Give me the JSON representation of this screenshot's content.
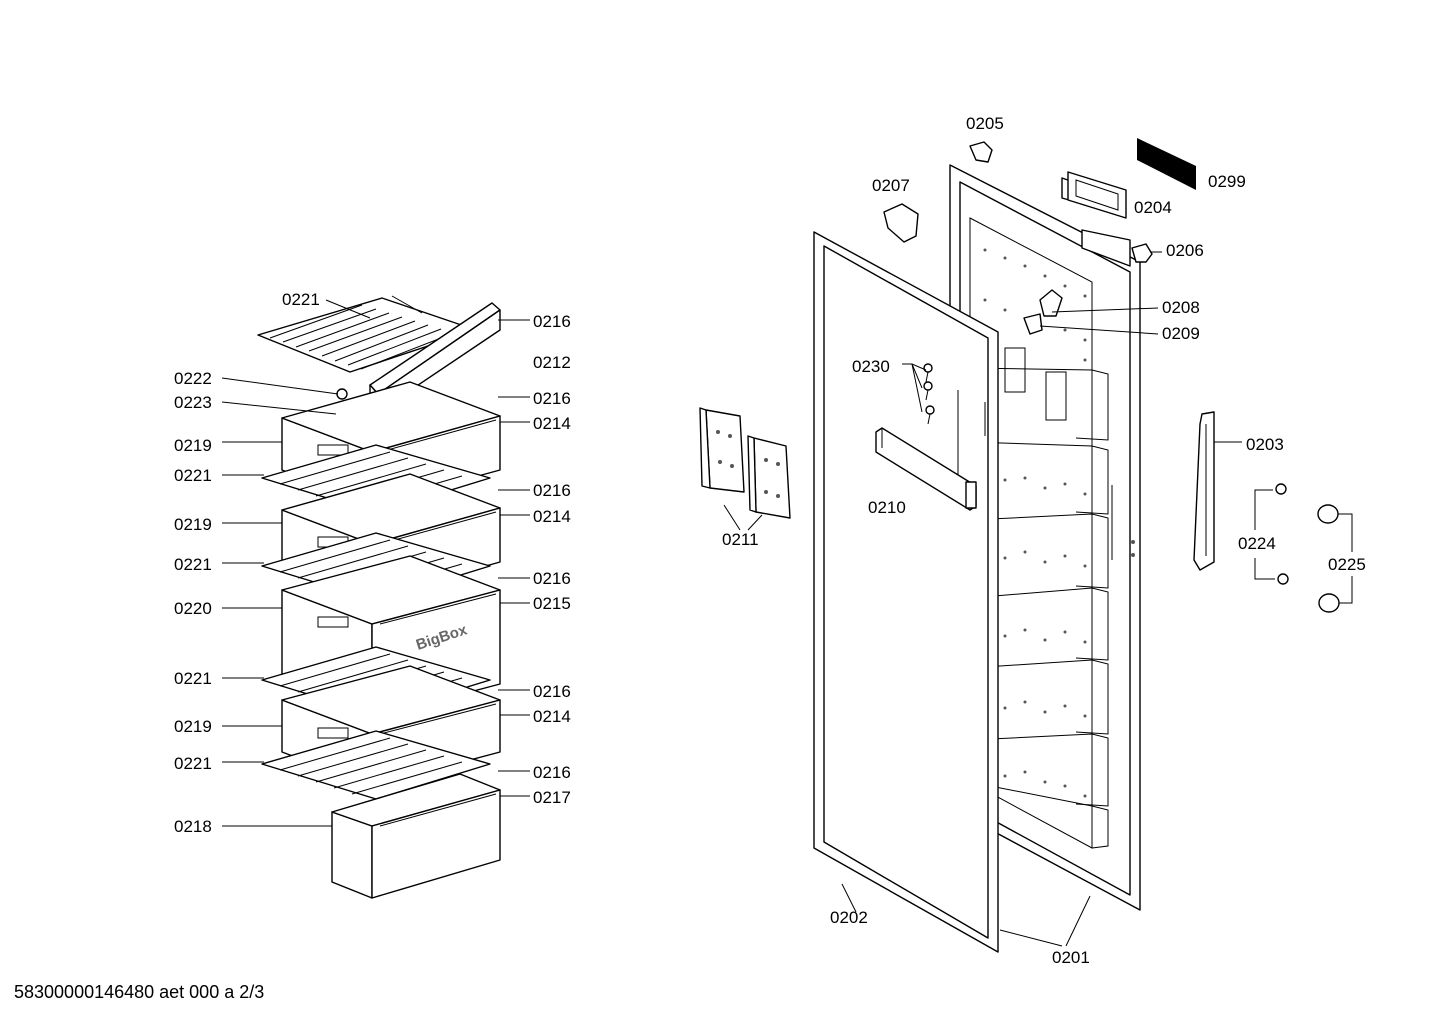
{
  "labels": {
    "l0221a": "0221",
    "l0216a": "0216",
    "l0212": "0212",
    "l0222": "0222",
    "l0223": "0223",
    "l0216b": "0216",
    "l0214a": "0214",
    "l0219a": "0219",
    "l0221b": "0221",
    "l0216c": "0216",
    "l0214b": "0214",
    "l0219b": "0219",
    "l0221c": "0221",
    "l0216d": "0216",
    "l0220": "0220",
    "l0215": "0215",
    "l0221d": "0221",
    "l0216e": "0216",
    "l0219c": "0219",
    "l0214c": "0214",
    "l0221e": "0221",
    "l0216f": "0216",
    "l0217": "0217",
    "l0218": "0218",
    "l0205": "0205",
    "l0207": "0207",
    "l0299": "0299",
    "l0204": "0204",
    "l0206": "0206",
    "l0208": "0208",
    "l0209": "0209",
    "l0230": "0230",
    "l0203": "0203",
    "l0210": "0210",
    "l0211": "0211",
    "l0224": "0224",
    "l0225": "0225",
    "l0202": "0202",
    "l0201": "0201"
  },
  "drawer_brand": "BigBox",
  "footer": "58300000146480 aet 000 a 2/3"
}
